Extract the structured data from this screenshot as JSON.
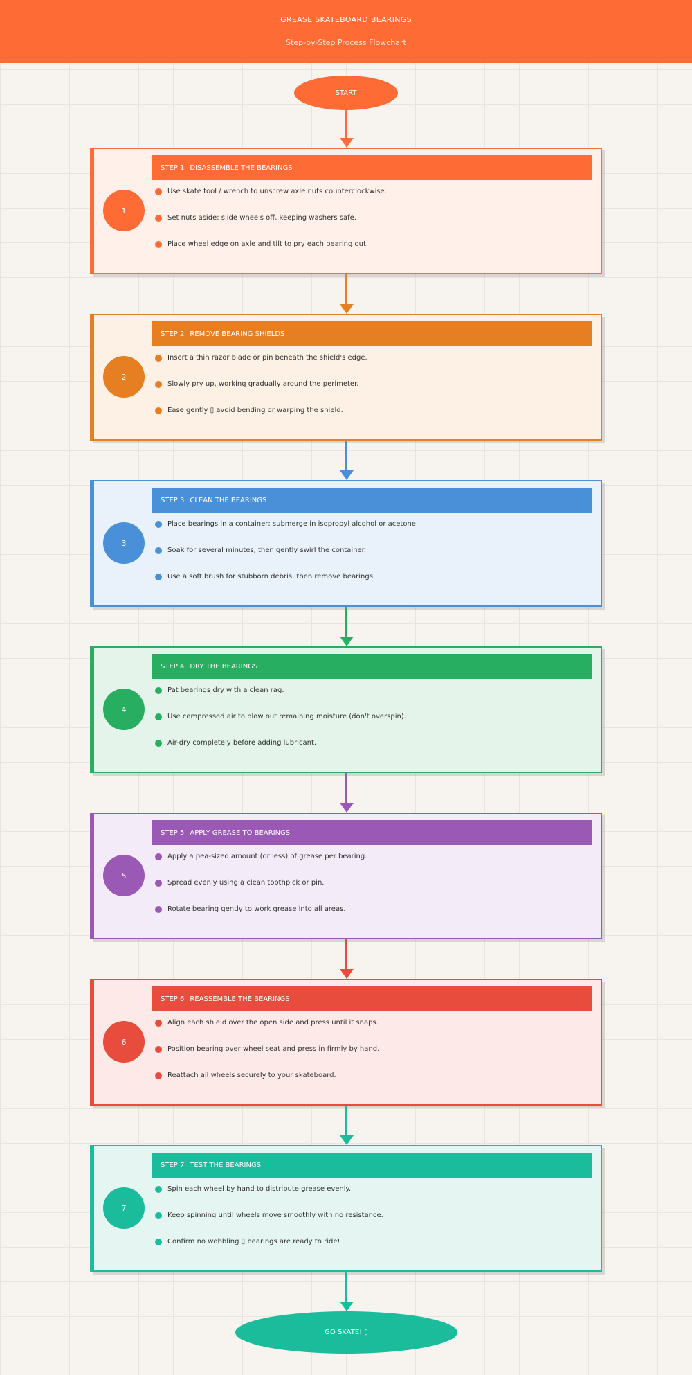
{
  "header": {
    "title": "GREASE SKATEBOARD BEARINGS",
    "subtitle": "Step-by-Step Process Flowchart"
  },
  "start_label": "START",
  "end_label": "GO SKATE! ▯",
  "colors": {
    "header": "#ff6b35",
    "start": "#ff6b35",
    "end": "#1abc9c"
  },
  "steps": [
    {
      "number": "1",
      "step_label": "STEP 1",
      "title": "DISASSEMBLE THE BEARINGS",
      "color": "#ff6b35",
      "bg": "#fff0e9",
      "items": [
        "Use skate tool / wrench to unscrew axle nuts counterclockwise.",
        "Set nuts aside; slide wheels off, keeping washers safe.",
        "Place wheel edge on axle and tilt to pry each bearing out."
      ]
    },
    {
      "number": "2",
      "step_label": "STEP 2",
      "title": "REMOVE BEARING SHIELDS",
      "color": "#e67e22",
      "bg": "#fdf1e6",
      "items": [
        "Insert a thin razor blade or pin beneath the shield's edge.",
        "Slowly pry up, working gradually around the perimeter.",
        "Ease gently ▯ avoid bending or warping the shield."
      ]
    },
    {
      "number": "3",
      "step_label": "STEP 3",
      "title": "CLEAN THE BEARINGS",
      "color": "#4a90d9",
      "bg": "#e9f1fa",
      "items": [
        "Place bearings in a container; submerge in isopropyl alcohol or acetone.",
        "Soak for several minutes, then gently swirl the container.",
        "Use a soft brush for stubborn debris, then remove bearings."
      ]
    },
    {
      "number": "4",
      "step_label": "STEP 4",
      "title": "DRY THE BEARINGS",
      "color": "#27ae60",
      "bg": "#e5f4ea",
      "items": [
        "Pat bearings dry with a clean rag.",
        "Use compressed air to blow out remaining moisture (don't overspin).",
        "Air-dry completely before adding lubricant."
      ]
    },
    {
      "number": "5",
      "step_label": "STEP 5",
      "title": "APPLY GREASE TO BEARINGS",
      "color": "#9b59b6",
      "bg": "#f3ebf7",
      "items": [
        "Apply a pea-sized amount (or less) of grease per bearing.",
        "Spread evenly using a clean toothpick or pin.",
        "Rotate bearing gently to work grease into all areas."
      ]
    },
    {
      "number": "6",
      "step_label": "STEP 6",
      "title": "REASSEMBLE THE BEARINGS",
      "color": "#e74c3c",
      "bg": "#fdeae8",
      "items": [
        "Align each shield over the open side and press until it snaps.",
        "Position bearing over wheel seat and press in firmly by hand.",
        "Reattach all wheels securely to your skateboard."
      ]
    },
    {
      "number": "7",
      "step_label": "STEP 7",
      "title": "TEST THE BEARINGS",
      "color": "#1abc9c",
      "bg": "#e5f5f1",
      "items": [
        "Spin each wheel by hand to distribute grease evenly.",
        "Keep spinning until wheels move smoothly with no resistance.",
        "Confirm no wobbling ▯ bearings are ready to ride!"
      ]
    }
  ]
}
